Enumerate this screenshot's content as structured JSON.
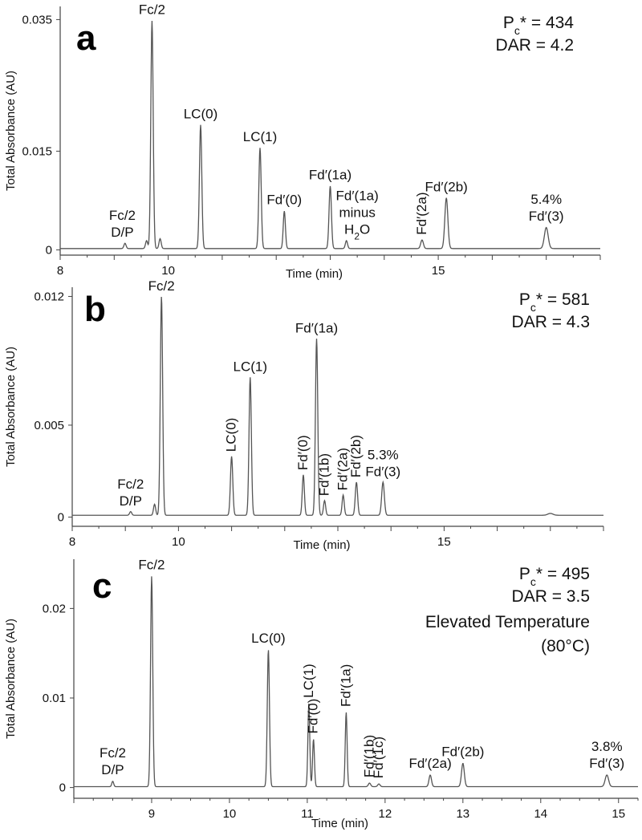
{
  "chart_data": [
    {
      "type": "line",
      "panel_letter": "a",
      "xlabel": "Time (min)",
      "ylabel": "Total Absorbance (AU)",
      "xlim": [
        8,
        18
      ],
      "ylim": [
        -0.0008,
        0.037
      ],
      "x_ticks": [
        "8",
        "10",
        "15"
      ],
      "y_ticks": [
        "0",
        "0.015",
        "0.035"
      ],
      "info": [
        "Pc* = 434",
        "DAR = 4.2"
      ],
      "baseline": 0.0002,
      "peaks": [
        {
          "x": 9.2,
          "y": 0.0008,
          "w": 0.02
        },
        {
          "x": 9.6,
          "y": 0.0012,
          "w": 0.02
        },
        {
          "x": 9.7,
          "y": 0.0346,
          "w": 0.022
        },
        {
          "x": 9.85,
          "y": 0.0015,
          "w": 0.02
        },
        {
          "x": 10.6,
          "y": 0.0188,
          "w": 0.022
        },
        {
          "x": 11.7,
          "y": 0.0153,
          "w": 0.022
        },
        {
          "x": 12.15,
          "y": 0.0057,
          "w": 0.02
        },
        {
          "x": 13.0,
          "y": 0.0095,
          "w": 0.022
        },
        {
          "x": 13.3,
          "y": 0.0012,
          "w": 0.02
        },
        {
          "x": 14.7,
          "y": 0.0013,
          "w": 0.025
        },
        {
          "x": 15.15,
          "y": 0.0077,
          "w": 0.028
        },
        {
          "x": 17.0,
          "y": 0.0032,
          "w": 0.035
        }
      ],
      "annotations": [
        {
          "lines": [
            "Fc/2",
            "D/P"
          ],
          "x": 9.15,
          "y": 0.0008
        },
        {
          "lines": [
            "Fc/2"
          ],
          "x": 9.7,
          "y": 0.0346
        },
        {
          "lines": [
            "LC(0)"
          ],
          "x": 10.6,
          "y": 0.0188
        },
        {
          "lines": [
            "LC(1)"
          ],
          "x": 11.7,
          "y": 0.0153
        },
        {
          "lines": [
            "Fd′(0)"
          ],
          "x": 12.15,
          "y": 0.0057
        },
        {
          "lines": [
            "Fd′(1a)"
          ],
          "x": 13.0,
          "y": 0.0095
        },
        {
          "lines": [
            "Fd′(1a)",
            "minus",
            "H2O"
          ],
          "x": 13.5,
          "y": 0.0012
        },
        {
          "lines": [
            "Fd′(2a)"
          ],
          "x": 14.7,
          "y": 0.0013,
          "rotate": true
        },
        {
          "lines": [
            "Fd′(2b)"
          ],
          "x": 15.15,
          "y": 0.0077
        },
        {
          "lines": [
            "5.4%",
            "Fd′(3)"
          ],
          "x": 17.0,
          "y": 0.0032
        }
      ]
    },
    {
      "type": "line",
      "panel_letter": "b",
      "xlabel": "Time (min)",
      "ylabel": "Total Absorbance (AU)",
      "xlim": [
        8,
        18
      ],
      "ylim": [
        -0.0005,
        0.0125
      ],
      "x_ticks": [
        "8",
        "10",
        "15"
      ],
      "y_ticks": [
        "0",
        "0.005",
        "0.012"
      ],
      "info": [
        "Pc* = 581",
        "DAR = 4.3"
      ],
      "baseline": 0.0001,
      "peaks": [
        {
          "x": 9.1,
          "y": 0.0002,
          "w": 0.02
        },
        {
          "x": 9.55,
          "y": 0.0006,
          "w": 0.02
        },
        {
          "x": 9.68,
          "y": 0.0119,
          "w": 0.022
        },
        {
          "x": 11.0,
          "y": 0.0032,
          "w": 0.022
        },
        {
          "x": 11.35,
          "y": 0.0075,
          "w": 0.022
        },
        {
          "x": 12.35,
          "y": 0.0022,
          "w": 0.02
        },
        {
          "x": 12.6,
          "y": 0.0096,
          "w": 0.022
        },
        {
          "x": 12.75,
          "y": 0.0008,
          "w": 0.02
        },
        {
          "x": 13.1,
          "y": 0.0011,
          "w": 0.02
        },
        {
          "x": 13.35,
          "y": 0.0018,
          "w": 0.022
        },
        {
          "x": 13.85,
          "y": 0.0018,
          "w": 0.025
        },
        {
          "x": 17.0,
          "y": 0.0001,
          "w": 0.05
        }
      ],
      "annotations": [
        {
          "lines": [
            "Fc/2",
            "D/P"
          ],
          "x": 9.1,
          "y": 0.0002
        },
        {
          "lines": [
            "Fc/2"
          ],
          "x": 9.68,
          "y": 0.0119
        },
        {
          "lines": [
            "LC(0)"
          ],
          "x": 11.0,
          "y": 0.0032,
          "rotate": true
        },
        {
          "lines": [
            "LC(1)"
          ],
          "x": 11.35,
          "y": 0.0075
        },
        {
          "lines": [
            "Fd′(0)"
          ],
          "x": 12.35,
          "y": 0.0022,
          "rotate": true
        },
        {
          "lines": [
            "Fd′(1a)"
          ],
          "x": 12.6,
          "y": 0.0096
        },
        {
          "lines": [
            "Fd′(1b)"
          ],
          "x": 12.75,
          "y": 0.0008,
          "rotate": true
        },
        {
          "lines": [
            "Fd′(2a)"
          ],
          "x": 13.1,
          "y": 0.0011,
          "rotate": true
        },
        {
          "lines": [
            "Fd′(2b)"
          ],
          "x": 13.35,
          "y": 0.0018,
          "rotate": true
        },
        {
          "lines": [
            "5.3%",
            "Fd′(3)"
          ],
          "x": 13.85,
          "y": 0.0018
        }
      ]
    },
    {
      "type": "line",
      "panel_letter": "c",
      "xlabel": "Time (min)",
      "ylabel": "Total Absorbance (AU)",
      "xlim": [
        8.0,
        15.25
      ],
      "ylim": [
        -0.0012,
        0.0255
      ],
      "x_ticks": [
        "9",
        "10",
        "11",
        "12",
        "13",
        "14",
        "15"
      ],
      "y_ticks": [
        "0",
        "0.01",
        "0.02"
      ],
      "info": [
        "Pc* = 495",
        "DAR = 3.5"
      ],
      "note": [
        "Elevated Temperature",
        "(80°C)"
      ],
      "baseline": 0.0001,
      "peaks": [
        {
          "x": 8.5,
          "y": 0.0006,
          "w": 0.012
        },
        {
          "x": 9.0,
          "y": 0.0235,
          "w": 0.014
        },
        {
          "x": 10.5,
          "y": 0.0153,
          "w": 0.014
        },
        {
          "x": 11.02,
          "y": 0.0093,
          "w": 0.012
        },
        {
          "x": 11.08,
          "y": 0.0053,
          "w": 0.012
        },
        {
          "x": 11.5,
          "y": 0.0083,
          "w": 0.012
        },
        {
          "x": 11.8,
          "y": 0.0004,
          "w": 0.015
        },
        {
          "x": 11.92,
          "y": 0.0003,
          "w": 0.015
        },
        {
          "x": 12.58,
          "y": 0.0013,
          "w": 0.016
        },
        {
          "x": 13.0,
          "y": 0.0026,
          "w": 0.018
        },
        {
          "x": 14.85,
          "y": 0.0013,
          "w": 0.022
        }
      ],
      "annotations": [
        {
          "lines": [
            "Fc/2",
            "D/P"
          ],
          "x": 8.5,
          "y": 0.0006
        },
        {
          "lines": [
            "Fc/2"
          ],
          "x": 9.0,
          "y": 0.0235
        },
        {
          "lines": [
            "LC(0)"
          ],
          "x": 10.5,
          "y": 0.0153
        },
        {
          "lines": [
            "LC(1)"
          ],
          "x": 11.02,
          "y": 0.0093,
          "rotate": true
        },
        {
          "lines": [
            "Fd′(0)"
          ],
          "x": 11.08,
          "y": 0.0053,
          "rotate": true
        },
        {
          "lines": [
            "Fd′(1a)"
          ],
          "x": 11.5,
          "y": 0.0083,
          "rotate": true
        },
        {
          "lines": [
            "Fd′(1b)"
          ],
          "x": 11.8,
          "y": 0.0004,
          "rotate": true
        },
        {
          "lines": [
            "Fd′(1c)"
          ],
          "x": 11.92,
          "y": 0.0003,
          "rotate": true
        },
        {
          "lines": [
            "Fd′(2a)"
          ],
          "x": 12.58,
          "y": 0.0013
        },
        {
          "lines": [
            "Fd′(2b)"
          ],
          "x": 13.0,
          "y": 0.0026
        },
        {
          "lines": [
            "3.8%",
            "Fd′(3)"
          ],
          "x": 14.85,
          "y": 0.0013
        }
      ]
    }
  ]
}
